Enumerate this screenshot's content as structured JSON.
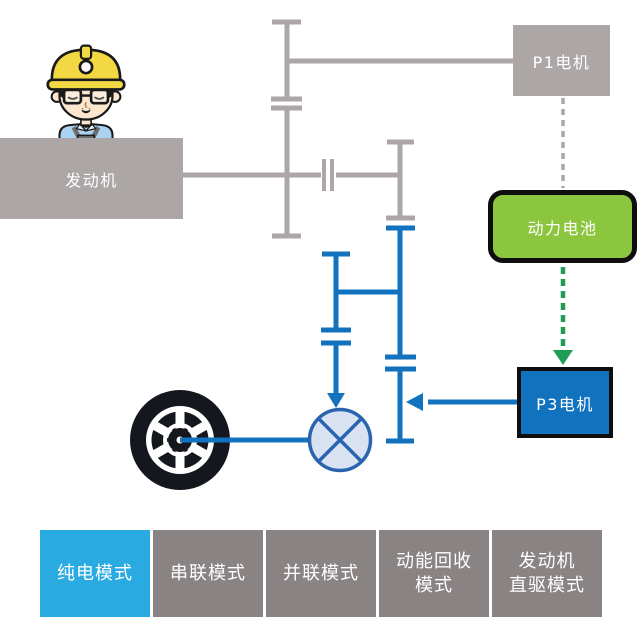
{
  "diagram": {
    "engine": {
      "label": "发动机"
    },
    "p1_motor": {
      "label": "P1电机"
    },
    "battery": {
      "label": "动力电池"
    },
    "p3_motor": {
      "label": "P3电机"
    },
    "icons": [
      "engineer-avatar",
      "wheel-icon",
      "differential-icon",
      "clutch-icon",
      "gear-mesh-icon",
      "battery-to-p3-arrow",
      "p3-to-shaft-arrow",
      "shaft-to-differential-arrow"
    ]
  },
  "tabs": [
    {
      "id": "pure-ev",
      "label": "纯电模式",
      "active": true
    },
    {
      "id": "series",
      "label": "串联模式",
      "active": false
    },
    {
      "id": "parallel",
      "label": "并联模式",
      "active": false
    },
    {
      "id": "regen",
      "label": "动能回收\n模式",
      "active": false
    },
    {
      "id": "engine-direct",
      "label": "发动机\n直驱模式",
      "active": false
    }
  ],
  "colors": {
    "inactive_gray": "#aca6a6",
    "active_line_blue": "#1272be",
    "p3_box_blue": "#1173be",
    "battery_green": "#8cc63f",
    "energy_flow_green": "#1f9d57",
    "tab_active_cyan": "#29abe2",
    "tab_inactive_gray": "#8a8383",
    "differential_fill": "#d9e2f2",
    "differential_stroke": "#2a64ae"
  }
}
